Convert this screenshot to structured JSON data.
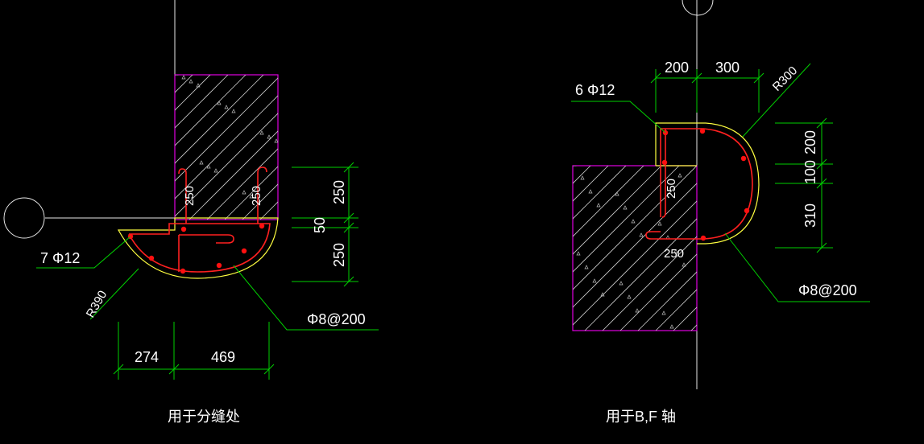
{
  "detail_left": {
    "rebar_label": "7 Φ12",
    "stirrup_label": "Φ8@200",
    "radius_label": "R390",
    "dim_vertical": [
      "250",
      "50",
      "250"
    ],
    "dim_horizontal": [
      "274",
      "469"
    ],
    "hook_labels": [
      "250",
      "250"
    ],
    "caption": "用于分缝处"
  },
  "detail_right": {
    "rebar_label": "6 Φ12",
    "stirrup_label": "Φ8@200",
    "radius_label": "R300",
    "dim_top": [
      "200",
      "300"
    ],
    "dim_vertical": [
      "200",
      "100",
      "310"
    ],
    "hook_labels": [
      "250",
      "250"
    ],
    "caption": "用于B,F 轴"
  },
  "colors": {
    "background": "#000000",
    "dimension": "#00d000",
    "wall_outline": "#e000e0",
    "concrete_outline": "#ffff40",
    "rebar": "#ff2020",
    "text": "#ffffff"
  }
}
